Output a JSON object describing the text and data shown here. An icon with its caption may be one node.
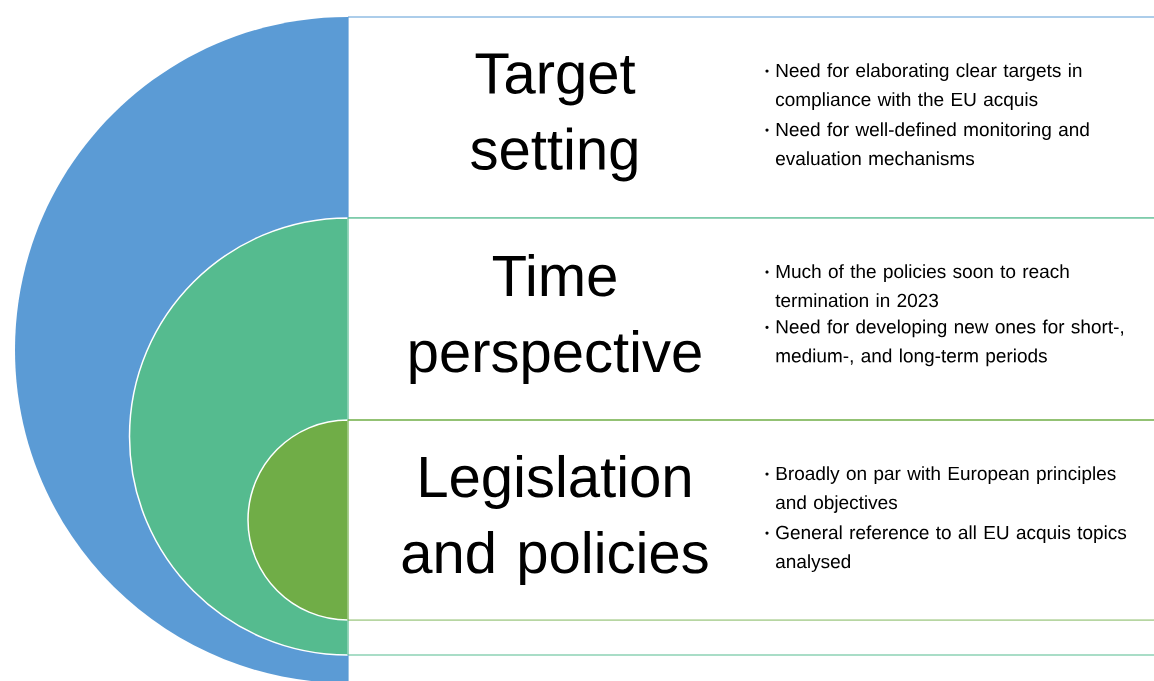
{
  "diagram": {
    "nodes": [
      {
        "text": [
          "Target setting",
          "Need for elaborating clear targets in compliance with the EU acquis",
          "Need for well-defined monitoring and evaluation mechanisms"
        ]
      },
      {
        "text": [
          "Time perspective",
          "Much of the policies soon to reach termination in 2023",
          "Need for developing new ones for short-, medium-, and long-term periods"
        ]
      },
      {
        "text": [
          "Legislation and policies",
          "Broadly on par with European principles and objectives",
          "General reference to all EU acquis topics analysed"
        ]
      }
    ]
  }
}
